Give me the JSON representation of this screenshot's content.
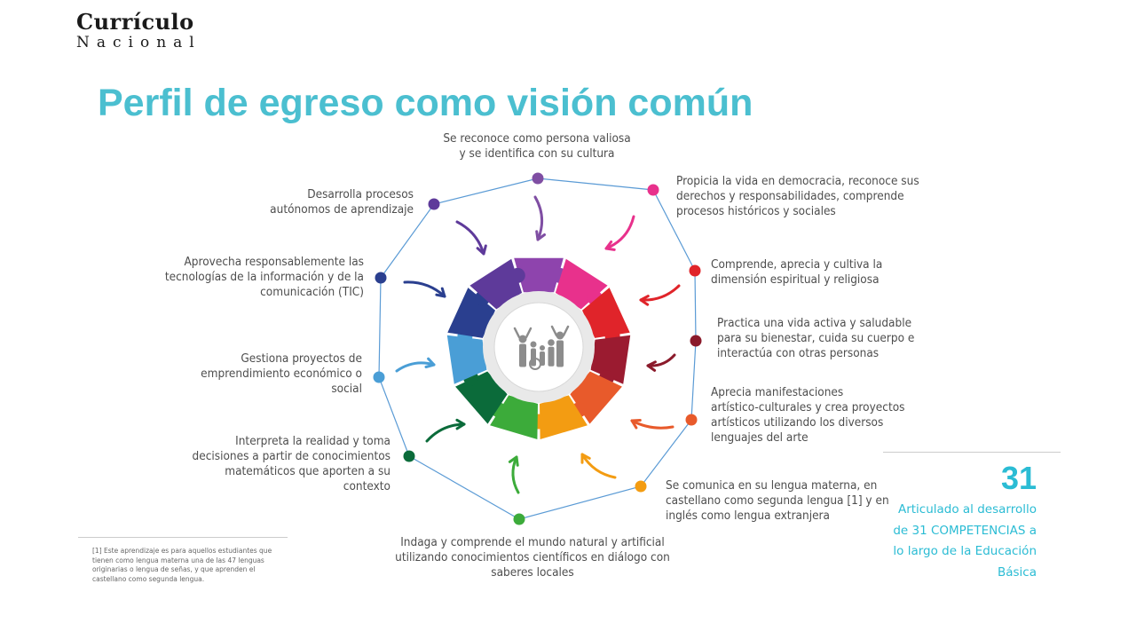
{
  "logo": {
    "line1": "Currículo",
    "line2": "Nacional"
  },
  "title": "Perfil de egreso como visión común",
  "colors": {
    "title": "#4bbfd0",
    "octagon": "#5b9bd5",
    "puzzle": [
      "#8e44ad",
      "#e8318c",
      "#e0242a",
      "#9b1b30",
      "#e85a2b",
      "#f39c12",
      "#3cab3a",
      "#0b6b3a",
      "#4a9ed6",
      "#2a3f8f",
      "#5e3a9a"
    ]
  },
  "labels": [
    {
      "text": "Se reconoce como persona valiosa\ny se identifica con su cultura",
      "color": "#7f4ea3"
    },
    {
      "text": "Propicia la vida en democracia, reconoce sus\nderechos y responsabilidades, comprende\nprocesos históricos y sociales",
      "color": "#e8318c"
    },
    {
      "text": "Comprende, aprecia y cultiva la\ndimensión espiritual y religiosa",
      "color": "#e0242a"
    },
    {
      "text": "Practica una vida activa y saludable\npara su bienestar, cuida su cuerpo e\ninteractúa con otras personas",
      "color": "#8b1a2b"
    },
    {
      "text": "Aprecia manifestaciones\nartístico-culturales y crea proyectos\nartísticos utilizando los diversos\nlenguajes del arte",
      "color": "#e85a2b"
    },
    {
      "text": "Se comunica en su lengua materna, en\ncastellano como segunda lengua [1] y en\ninglés como lengua extranjera",
      "color": "#f39c12"
    },
    {
      "text": "Indaga y comprende el mundo natural y artificial\nutilizando conocimientos científicos en diálogo con\nsaberes locales",
      "color": "#3cab3a"
    },
    {
      "text": "Interpreta la realidad y toma\ndecisiones a partir de conocimientos\nmatemáticos que aporten a su\ncontexto",
      "color": "#0b6b3a"
    },
    {
      "text": "Gestiona proyectos de\nemprendimiento económico o\nsocial",
      "color": "#4a9ed6"
    },
    {
      "text": "Aprovecha responsablemente las\ntecnologías de la información y de la\ncomunicación (TIC)",
      "color": "#2a3f8f"
    },
    {
      "text": "Desarrolla procesos\nautónomos de aprendizaje",
      "color": "#5e3a9a"
    }
  ],
  "footnote": "[1] Este aprendizaje es para aquellos estudiantes que tienen como lengua materna una de las 47 lenguas originarias o lengua de señas, y que aprenden el castellano como segunda lengua.",
  "stat": {
    "number": "31",
    "text": "Articulado al desarrollo de 31 COMPETENCIAS a lo largo de la Educación Básica"
  }
}
